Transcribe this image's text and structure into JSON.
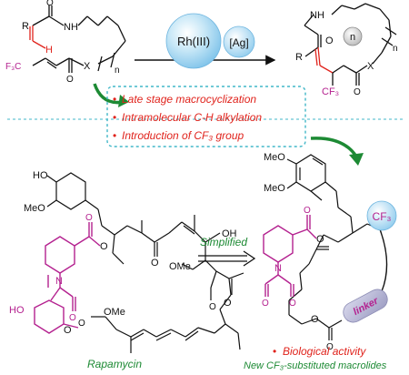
{
  "reaction": {
    "catalyst": "Rh(III)",
    "additive": "[Ag]",
    "ring_size": "n",
    "n_left": "n",
    "n_right": "n",
    "reactant_atoms": {
      "r": "R",
      "nh": "NH",
      "h": "H",
      "o1": "O",
      "cf3": "F₃C",
      "x": "X",
      "o2": "O"
    },
    "product_atoms": {
      "r": "R",
      "nh": "NH",
      "o1": "O",
      "x": "X",
      "o2": "O",
      "cf3": "CF₃"
    }
  },
  "features": [
    "Late stage macrocyclization",
    "Intramolecular C-H alkylation",
    "Introduction of CF₃ group"
  ],
  "simplified_label": "Simplified",
  "rapamycin": {
    "name": "Rapamycin",
    "atoms": {
      "ho_top": "HO",
      "meo_left": "MeO",
      "n": "N",
      "o_ester": "O",
      "o_ester2": "O",
      "o_keto1": "O",
      "o_keto2": "O",
      "oh": "OH",
      "ome_right": "OMe",
      "o_amide": "O",
      "ho_hemi": "HO",
      "o_ring": "O",
      "o_low": "O",
      "ome_low": "OMe",
      "o_enone": "O"
    }
  },
  "analog": {
    "atoms": {
      "meo1": "MeO",
      "meo2": "MeO",
      "n": "N",
      "o1": "O",
      "o2": "O",
      "o3": "O",
      "o4": "O",
      "o5": "O",
      "o6": "O"
    },
    "cf3_badge": "CF₃",
    "linker_badge": "linker",
    "activity": "Biological activity",
    "caption": "New CF₃-substituted macrolides"
  },
  "colors": {
    "red": "#e0231c",
    "green": "#1d8a34",
    "magenta": "#b4218f",
    "sphere": "#9fd2ef",
    "box": "#41b7c8"
  }
}
